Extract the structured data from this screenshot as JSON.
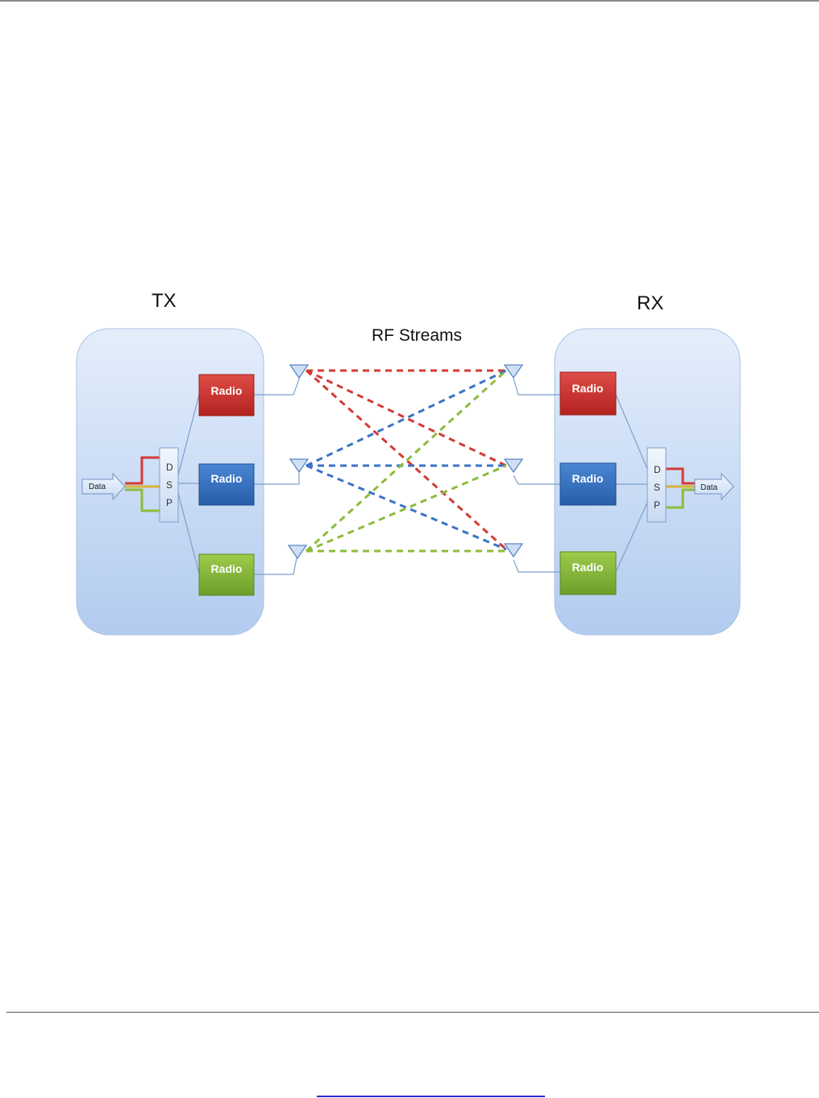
{
  "diagram": {
    "tx_label": "TX",
    "rx_label": "RX",
    "rf_label": "RF Streams",
    "tx_radios": [
      "Radio",
      "Radio",
      "Radio"
    ],
    "rx_radios": [
      "Radio",
      "Radio",
      "Radio"
    ],
    "dsp_letters": [
      "D",
      "S",
      "P"
    ],
    "data_in_label": "Data",
    "data_out_label": "Data",
    "stream_colors": [
      "#d43a35",
      "#3a73c4",
      "#8dbb3c"
    ]
  }
}
